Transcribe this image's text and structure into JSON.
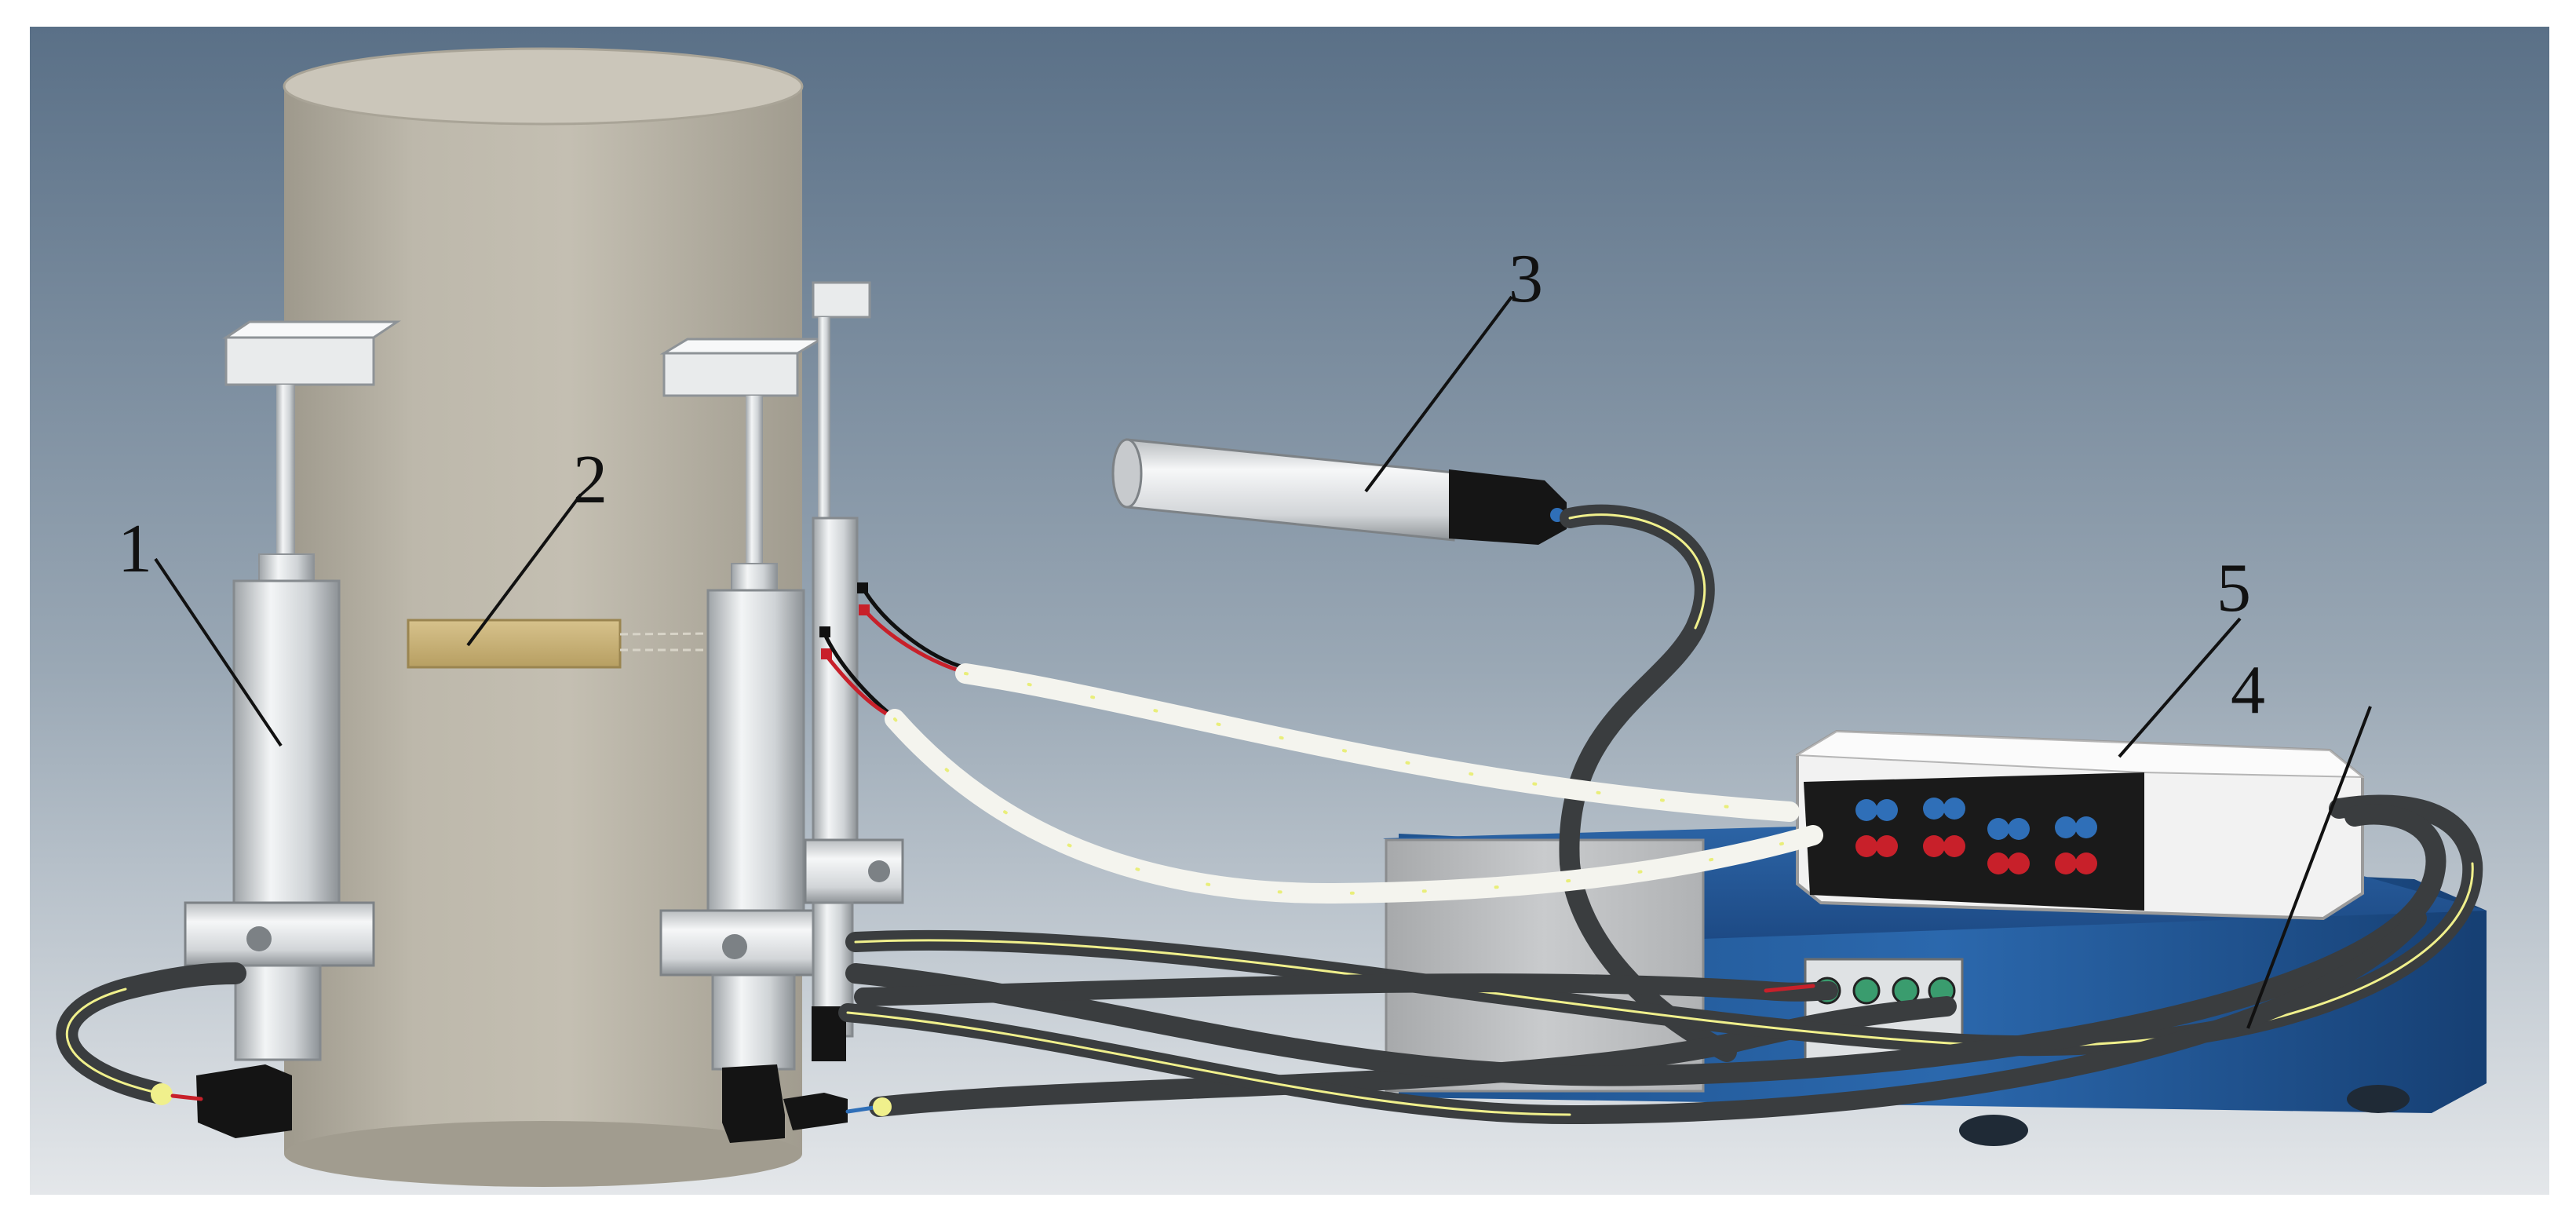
{
  "figure": {
    "background_top_color": "#5a7087",
    "background_bottom_color": "#e4e7ea",
    "callouts": [
      {
        "label": "1",
        "part": "displacement-sensor"
      },
      {
        "label": "2",
        "part": "strain-gauge"
      },
      {
        "label": "3",
        "part": "acoustic-emission-sensor"
      },
      {
        "label": "4",
        "part": "data-acquisition-unit"
      },
      {
        "label": "5",
        "part": "signal-amplifier"
      }
    ],
    "colors": {
      "specimen": "#b4afa2",
      "strain_gauge": "#c9b27a",
      "sensor_body": "#d8dbdd",
      "base_unit": "#1f4f8c",
      "amplifier_box": "#f2f2f2",
      "cable": "#3a3d3f",
      "cable_highlight": "#f0f08c",
      "connector_red": "#c8202a",
      "connector_blue": "#2f6fb8"
    }
  }
}
